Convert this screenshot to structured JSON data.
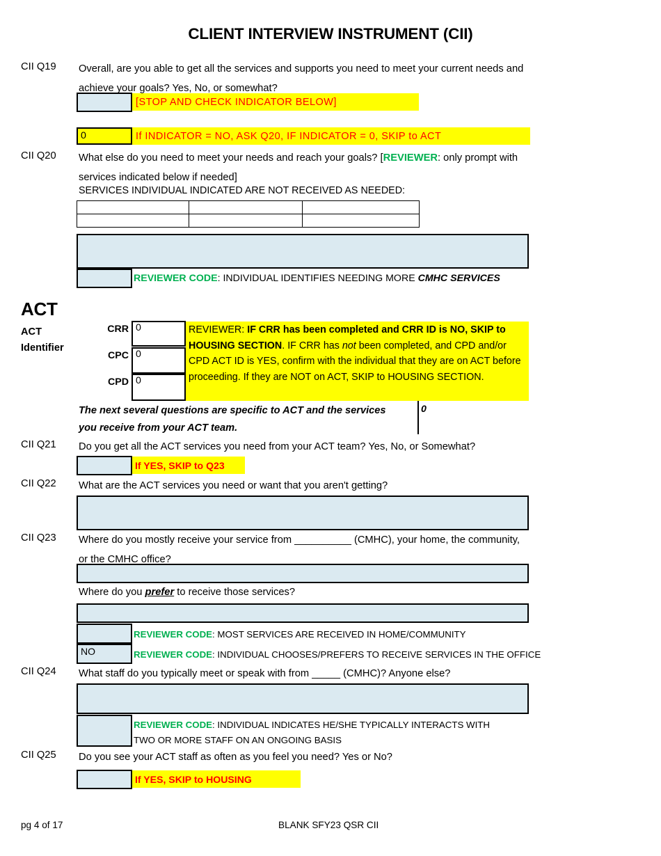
{
  "document": {
    "title": "CLIENT INTERVIEW INSTRUMENT (CII)",
    "footer_left": "pg 4 of 17",
    "footer_center": "BLANK SFY23 QSR CII"
  },
  "colors": {
    "answer_box": "#dbeaf1",
    "highlight": "#ffff00",
    "instruction_red": "#ff0000",
    "reviewer_green": "#00b050",
    "border": "#000000"
  },
  "q19": {
    "label": "CII Q19",
    "text": "Overall, are you able to get all the services and supports you need to meet your current needs and achieve your goals? Yes, No, or somewhat?",
    "answer_value": "",
    "note_1": "[STOP AND CHECK INDICATOR BELOW]",
    "indicator_value": "0",
    "note_2": "If INDICATOR = NO, ASK Q20, IF INDICATOR = 0, SKIP to ACT"
  },
  "q20": {
    "label": "CII Q20",
    "text_part1": "What else do you need to meet your needs and reach your goals? [",
    "reviewer_word": "REVIEWER",
    "text_part2": ": only prompt with services indicated below if needed]",
    "services_header": "SERVICES INDIVIDUAL INDICATED ARE NOT RECEIVED AS NEEDED:",
    "services_grid": [
      [
        "",
        "",
        ""
      ],
      [
        "",
        "",
        ""
      ]
    ],
    "answer_value": "",
    "reviewer_code_value": "",
    "reviewer_code_label": "REVIEWER CODE",
    "reviewer_code_text": ": INDIVIDUAL IDENTIFIES NEEDING MORE ",
    "reviewer_code_emphasis": "CMHC SERVICES"
  },
  "act": {
    "section_title": "ACT",
    "identifier_label_line1": "ACT",
    "identifier_label_line2": "Identifier",
    "identifiers": [
      {
        "tag": "CRR",
        "value": "0"
      },
      {
        "tag": "CPC",
        "value": "0"
      },
      {
        "tag": "CPD",
        "value": "0"
      }
    ],
    "reviewer_note": {
      "lead": "REVIEWER: ",
      "bold1": "IF CRR has been completed and CRR ID is NO, SKIP to HOUSING SECTION",
      "mid1": ". IF CRR has ",
      "italic1": "not",
      "mid2": "  been completed, and CPD and/or CPD ACT ID is YES, confirm with the individual that they are on ACT before proceeding. If they are NOT on ACT, SKIP to HOUSING SECTION."
    },
    "transition_line1": "The next several questions are specific to ACT and the services",
    "transition_line2": "you receive from your ACT team.",
    "transition_value": "0"
  },
  "q21": {
    "label": "CII Q21",
    "text": "Do you get all the ACT services you need from your ACT team? Yes, No, or Somewhat?",
    "answer_value": "",
    "note": "If YES, SKIP to Q23"
  },
  "q22": {
    "label": "CII Q22",
    "text": "What are the ACT services you need or want that you aren't getting?",
    "answer_value": ""
  },
  "q23": {
    "label": "CII Q23",
    "text": "Where do you mostly receive your service from __________ (CMHC), your home, the community, or the CMHC office?",
    "answer_value": "",
    "followup_before": "Where do you ",
    "followup_emphasis": "prefer",
    "followup_after": " to receive those services?",
    "followup_answer_value": "",
    "reviewer_codes": [
      {
        "value": "",
        "label": "REVIEWER CODE",
        "text": ": MOST SERVICES ARE RECEIVED IN HOME/COMMUNITY"
      },
      {
        "value": "NO",
        "label": "REVIEWER CODE",
        "text": ": INDIVIDUAL CHOOSES/PREFERS TO RECEIVE SERVICES IN THE OFFICE"
      }
    ]
  },
  "q24": {
    "label": "CII Q24",
    "text": "What staff do you typically meet or speak with from _____ (CMHC)? Anyone else?",
    "answer_value": "",
    "reviewer_code_value": "",
    "reviewer_code_label": "REVIEWER CODE",
    "reviewer_code_line1": ": INDIVIDUAL INDICATES HE/SHE TYPICALLY INTERACTS WITH",
    "reviewer_code_line2": "TWO OR MORE STAFF ON AN ONGOING BASIS"
  },
  "q25": {
    "label": "CII Q25",
    "text": "Do you see your ACT staff as often as you feel you need? Yes or No?",
    "answer_value": "",
    "note": "If YES, SKIP to HOUSING"
  }
}
